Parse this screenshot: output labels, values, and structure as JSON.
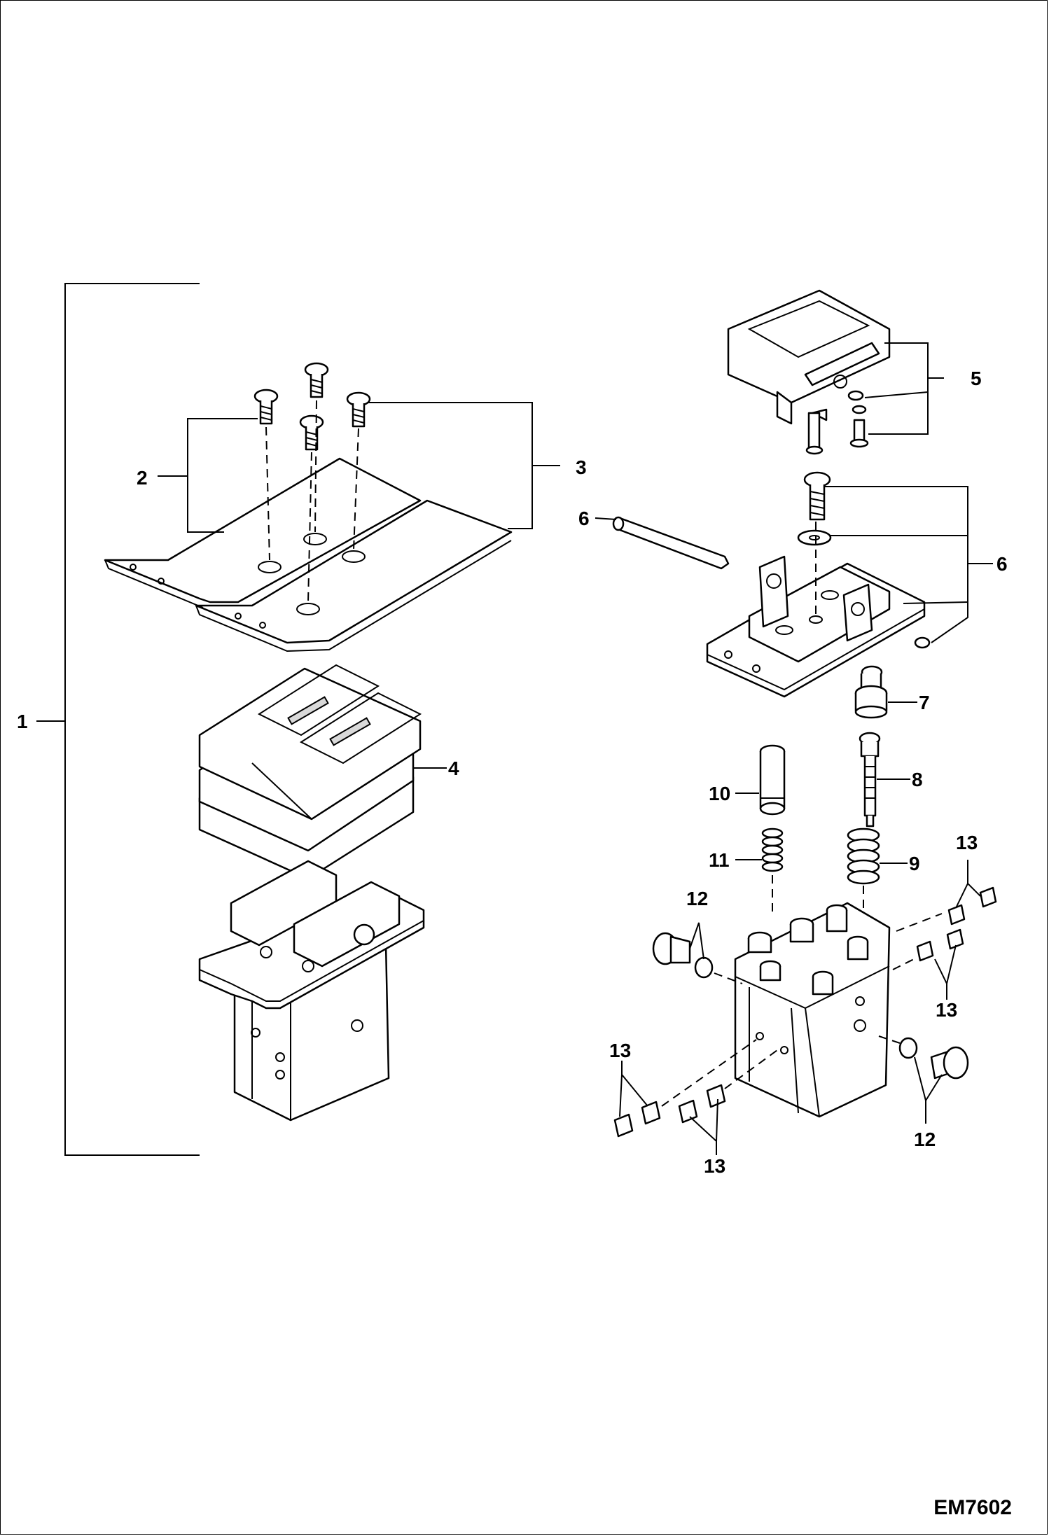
{
  "callouts": {
    "c1": "1",
    "c2": "2",
    "c3": "3",
    "c4": "4",
    "c5": "5",
    "c6a": "6",
    "c6b": "6",
    "c7": "7",
    "c8": "8",
    "c9": "9",
    "c10": "10",
    "c11": "11",
    "c12a": "12",
    "c12b": "12",
    "c13a": "13",
    "c13b": "13",
    "c13c": "13",
    "c13d": "13"
  },
  "drawing_code": "EM7602"
}
